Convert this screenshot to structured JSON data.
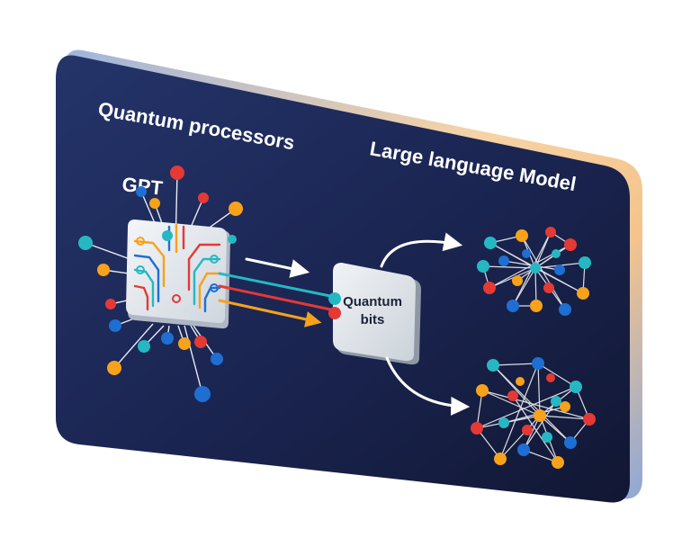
{
  "labels": {
    "quantum_processors": "Quantum processors",
    "gpt": "GPT",
    "large_language_model": "Large language Model",
    "quantum_line1": "Quantum",
    "quantum_line2": "bits"
  },
  "colors": {
    "card_dark": "#141b38",
    "card_mid": "#22305f",
    "edge_warm": "#f4c58f",
    "edge_cool": "#8fa8d6",
    "node_red": "#e53935",
    "node_orange": "#f7a21b",
    "node_teal": "#26b8c2",
    "node_blue": "#1e6fd1",
    "chip_face": "#e9edf2",
    "arrow_white": "#ffffff"
  },
  "icons": {
    "gpt_chip": "circuit-chip-icon",
    "qbit_box": "quantum-bits-box-icon",
    "network": "node-network-icon"
  }
}
